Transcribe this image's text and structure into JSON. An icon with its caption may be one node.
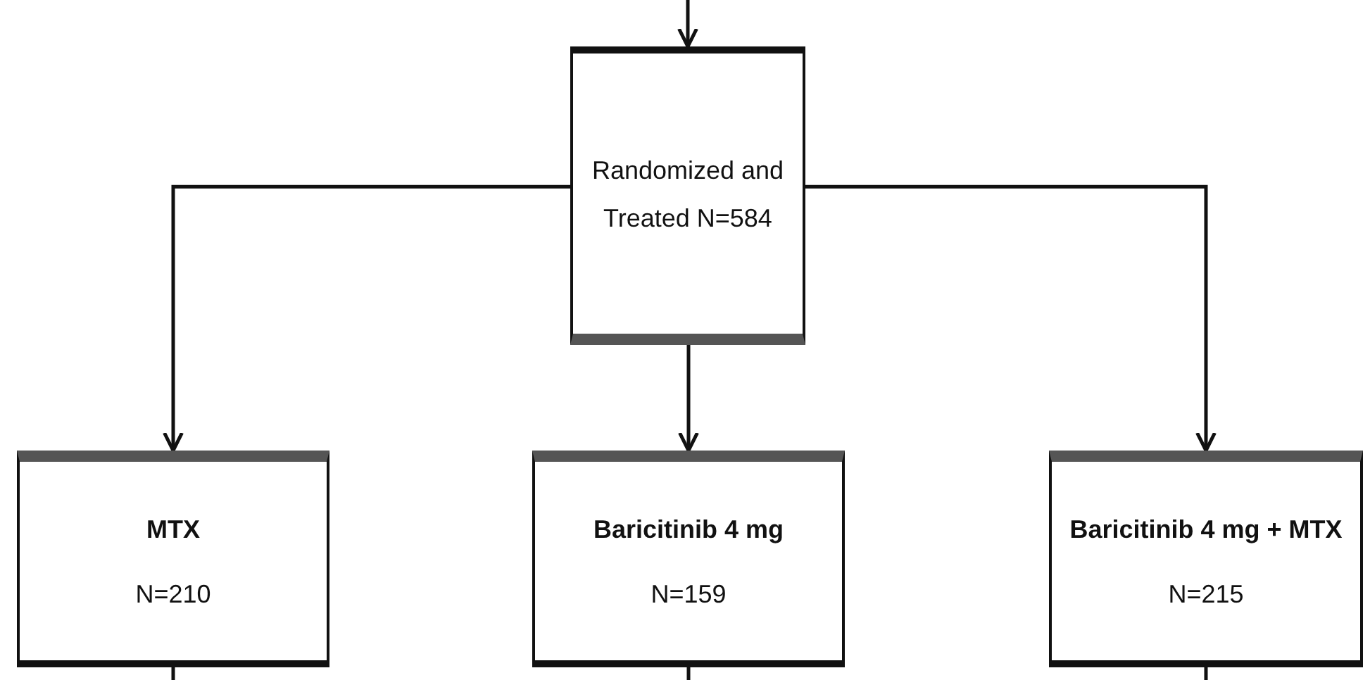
{
  "diagram": {
    "nodes": [
      {
        "text": [
          "Randomized and Treated N=584"
        ]
      },
      {
        "text": [
          "MTX",
          "N=210"
        ]
      },
      {
        "text": [
          "Baricitinib 4 mg",
          "N=159"
        ]
      },
      {
        "text": [
          "Baricitinib 4 mg + MTX",
          "N=215"
        ]
      }
    ],
    "edges": [
      {
        "from": null,
        "to": 0,
        "arrow": "to"
      },
      {
        "from": 0,
        "to": 1,
        "arrow": "to"
      },
      {
        "from": 0,
        "to": 2,
        "arrow": "to"
      },
      {
        "from": 0,
        "to": 3,
        "arrow": "to"
      },
      {
        "from": 1,
        "to": null,
        "arrow": "none"
      },
      {
        "from": 2,
        "to": null,
        "arrow": "none"
      },
      {
        "from": 3,
        "to": null,
        "arrow": "none"
      }
    ]
  }
}
